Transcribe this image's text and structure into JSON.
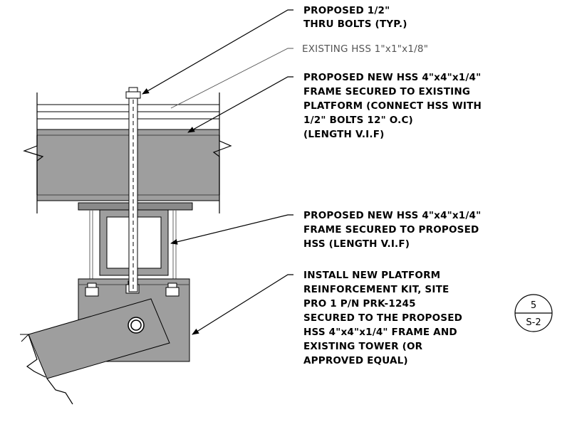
{
  "callouts": {
    "bolts": [
      "PROPOSED 1/2\"",
      "THRU BOLTS (TYP.)"
    ],
    "existing_hss": [
      "EXISTING HSS 1\"x1\"x1/8\""
    ],
    "frame_top": [
      "PROPOSED NEW HSS 4\"x4\"x1/4\"",
      "FRAME SECURED TO EXISTING",
      "PLATFORM (CONNECT HSS WITH",
      "1/2\" BOLTS 12\" O.C)",
      "(LENGTH V.I.F)"
    ],
    "frame_mid": [
      "PROPOSED NEW HSS 4\"x4\"x1/4\"",
      "FRAME SECURED TO PROPOSED",
      "HSS (LENGTH V.I.F)"
    ],
    "kit": [
      "INSTALL NEW PLATFORM",
      "REINFORCEMENT KIT, SITE",
      "PRO 1 P/N PRK-1245",
      "SECURED TO THE PROPOSED",
      "HSS 4\"x4\"x1/4\" FRAME AND",
      "EXISTING TOWER (OR",
      "APPROVED EQUAL)"
    ]
  },
  "detail_tag": {
    "number": "5",
    "sheet": "S-2"
  },
  "colors": {
    "steel": "#9e9e9e",
    "steel_dark": "#8a8a8a",
    "line": "#000000"
  }
}
